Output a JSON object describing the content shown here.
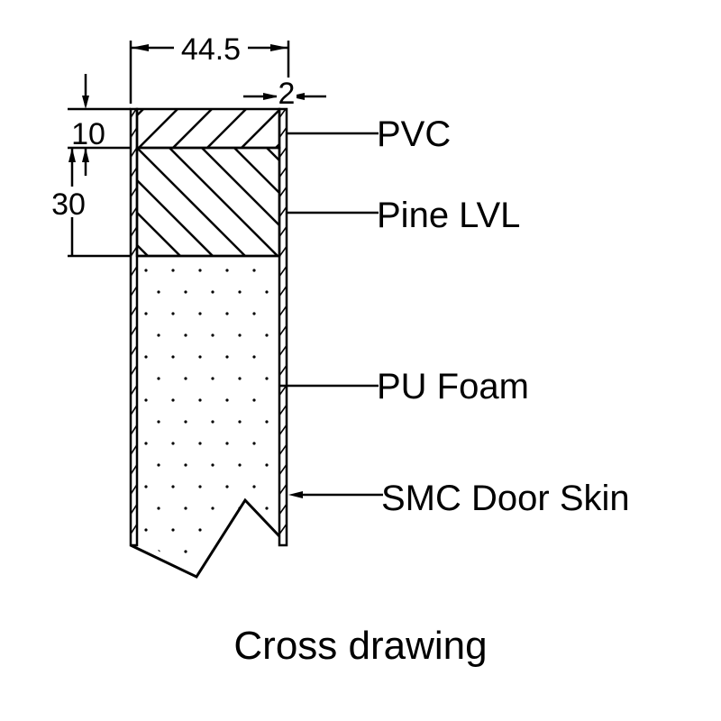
{
  "dimensions": {
    "width": "44.5",
    "skin": "2",
    "pvc_thickness": "10",
    "lvl_thickness": "30"
  },
  "labels": {
    "pvc": "PVC",
    "pine_lvl": "Pine LVL",
    "pu_foam": "PU Foam",
    "smc_skin": "SMC Door Skin"
  },
  "caption": "Cross drawing"
}
